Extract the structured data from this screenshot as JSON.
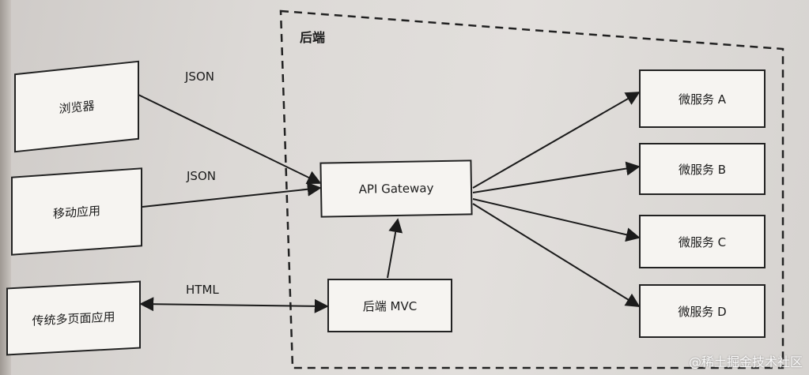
{
  "backend": {
    "title": "后端"
  },
  "clients": [
    {
      "name": "浏览器"
    },
    {
      "name": "移动应用"
    },
    {
      "name": "传统多页面应用"
    }
  ],
  "edges": {
    "json_1": "JSON",
    "json_2": "JSON",
    "html": "HTML"
  },
  "gateway": {
    "label": "API Gateway"
  },
  "mvc": {
    "label": "后端 MVC"
  },
  "services": [
    {
      "name": "微服务 A"
    },
    {
      "name": "微服务 B"
    },
    {
      "name": "微服务 C"
    },
    {
      "name": "微服务 D"
    }
  ],
  "watermark": "@稀土掘金技术社区"
}
